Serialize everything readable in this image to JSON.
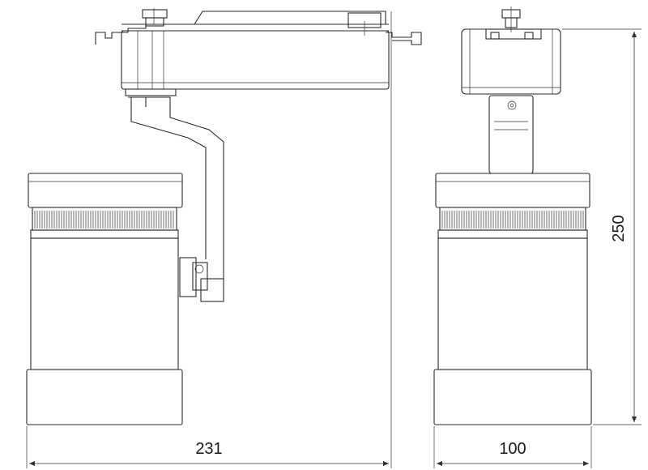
{
  "drawing": {
    "dimensions": {
      "overall_width": "231",
      "body_width": "100",
      "overall_height": "250"
    },
    "colors": {
      "line": "#2a2a2a",
      "background": "#ffffff"
    }
  }
}
